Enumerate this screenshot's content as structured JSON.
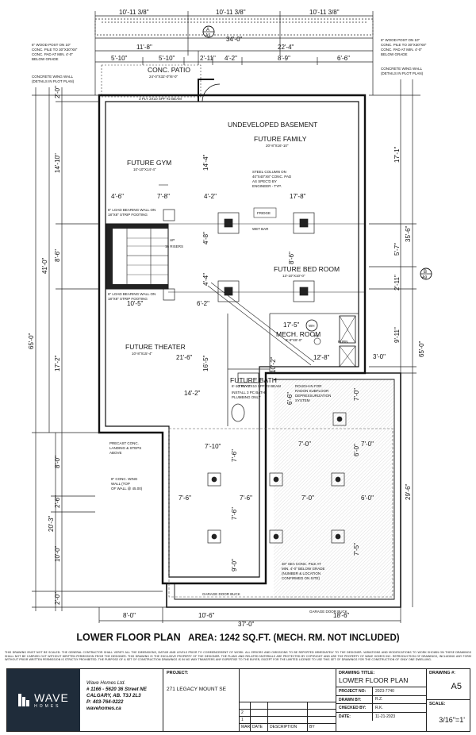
{
  "header_dims": {
    "top_a": "10'-11 3/8\"",
    "top_b": "10'-11 3/8\"",
    "top_c": "10'-11 3/8\"",
    "overall_top": "34'-0\"",
    "row2_left": "11'-8\"",
    "row2_right": "22'-4\"",
    "row3": [
      "5'-10\"",
      "5'-10\"",
      "2'-11\"",
      "4'-2\"",
      "8'-9\"",
      "6'-6\""
    ],
    "bottom_left": "8'-0\"",
    "bottom_mid": "10'-6\"",
    "bottom_right": "18'-6\"",
    "bottom_overall": "37'-0\""
  },
  "side_dims_left": [
    "2'-0\"",
    "14'-10\"",
    "8'-6\"",
    "17'-2\"",
    "8'-0\"",
    "2'-6\"",
    "10'-0\"",
    "2'-0\""
  ],
  "side_dims_left_outer": [
    "41'-0\"",
    "65'-0\"",
    "20'-3\""
  ],
  "side_dims_right": [
    "17'-1\"",
    "5'-7\"",
    "2'-11\"",
    "9'-11\"",
    "3'-0\""
  ],
  "side_dims_right_outer": [
    "35'-6\"",
    "65'-0\"",
    "29'-6\""
  ],
  "interior_dims": [
    "4'-6\"",
    "7'-8\"",
    "4'-2\"",
    "17'-8\"",
    "10'-5\"",
    "6'-2\"",
    "17'-5\"",
    "21'-6\"",
    "12'-8\"",
    "14'-4\"",
    "4'-8\"",
    "4'-4\"",
    "16'-5\"",
    "8'-6\"",
    "10'-2\"",
    "6'-6\"",
    "14'-2\"",
    "7'-10\"",
    "7'-0\"",
    "7'-0\"",
    "7'-6\"",
    "7'-6\"",
    "7'-0\"",
    "6'-0\"",
    "7'-6\"",
    "7'-6\"",
    "9'-0\"",
    "7'-0\"",
    "6'-0\"",
    "7'-5\""
  ],
  "rooms": {
    "patio": "CONC. PATIO",
    "patio_size": "24'-0\"X32'-0\"/6'-0\"",
    "undeveloped": "UNDEVELOPED BASEMENT",
    "family": "FUTURE FAMILY",
    "family_size": "20'-8\"X16'-10\"",
    "gym": "FUTURE GYM",
    "gym_size": "10'-10\"X14'-4\"",
    "bed": "FUTURE BED ROOM",
    "bed_size": "13'-10\"X10'-0\"",
    "theater": "FUTURE THEATER",
    "theater_size": "10'-8\"X15'-4\"",
    "mech": "MECH. ROOM",
    "mech_size": "5'-9\"X8'-0\"",
    "bath": "FUTURE BATH",
    "bath_size": "6'-10\"X5'-0\"",
    "bath_note": "INSTALL 3 PC BATH\nPLUMBING ONLY",
    "wet_bar": "WET BAR",
    "fridge": "FRIDGE",
    "wh": "WH",
    "fs": "FS",
    "furn": "FURN",
    "risers": "16 RISERS",
    "up": "UP"
  },
  "notes": {
    "wood_post_left": "6\" WOOD POST ON 10\"\nCONC. PILE TO 30\"X30\"X8\"\nCONC. PAD AT MIN. 4'-0\"\nBELOW GRADE",
    "wood_post_right": "6\" WOOD POST ON 10\"\nCONC. PILE TO 30\"X30\"X8\"\nCONC. PAD AT MIN. 4'-0\"\nBELOW GRADE",
    "wing_wall_left": "CONCRETE WING WALL\n(DETAILS IN PLOT PLAN)",
    "wing_wall_right": "CONCRETE WING WALL\n(DETAILS IN PLOT PLAN)",
    "steel_column": "STEEL COLUMN ON\n40\"X40\"X8\" CONC. PAD\nAS SPEC'D BY\nENGINEER - TYP.",
    "load_wall_1": "6\" LOAD BEARING WALL ON\n18\"X8\" STRIP FOOTING",
    "load_wall_2": "6\" LOAD BEARING WALL ON\n18\"X8\" STRIP FOOTING",
    "radon": "ROUGH-IN FOR\nRADON SUBFLOOR\nDEPRESSURIZATION\nSYSTEM",
    "precast": "PRECAST CONC.\nLANDING & STEPS\nABOVE",
    "conc_wing": "8\" CONC. WING\nWALL (TOP\nOF WALL @ 45.00)",
    "pile_note": "30\" SEA CONC. PILE AT\nMIN. 4'-0\" BELOW GRADE\n(NUMBER & LOCATION\nCONFIRMED ON SITE)",
    "garage_buck_1": "GARAGE DOOR BUCK",
    "garage_buck_2": "GARAGE DOOR BUCK",
    "beam_1": "3 PLY 2X10 SPF #2 BEAM",
    "beam_2": "3 PLY 2X10 SPF #2 BEAM"
  },
  "section_markers": {
    "a_letter": "A",
    "a_sheet": "A9",
    "b_letter": "B",
    "b_sheet": "A9"
  },
  "plan_title": "LOWER FLOOR PLAN",
  "plan_area": "AREA: 1242 SQ.FT.  (MECH. RM. NOT INCLUDED)",
  "disclaimer": "THIS DRAWING MUST NOT BE SCALED. THE GENERAL CONTRACTOR SHALL VERIFY ALL THE DIMENSIONS, DATUM AND LEVELS PRIOR TO COMMENCEMENT OF WORK. ALL ERRORS AND OMISSIONS TO BE REPORTED IMMEDIATELY TO THE DESIGNER. VARIATIONS AND MODIFICATIONS TO WORK SHOWN ON THESE DRAWINGS SHALL NOT BE CARRIED OUT WITHOUT WRITTEN PERMISSION FROM THE DESIGNER. THIS DRAWING IS THE EXCLUSIVE PROPERTY OF THE DESIGNER. THE PLANS AND RELATED MATERIALS ARE PROTECTED BY COPYRIGHT AND ARE THE PROPERTY OF WAVE HOMES INC. REPRODUCTION OF DRAWINGS, INCLUDING ANY FORM WITHOUT PRIOR WRITTEN PERMISSION IS STRICTLY PROHIBITED. THE PURPOSE OF A SET OF CONSTRUCTION DRAWINGS IS IN NO WAY TRANSFERS ANY EXPERTISE TO THE BUYER, EXCEPT FOR THE LIMITED LICENSE TO USE THIS SET OF DRAWINGS FOR THE CONSTRUCTION OF ONLY ONE DWELLING.",
  "title_block": {
    "logo_word": "WAVE",
    "logo_sub": "HOMES",
    "company": "Wave Homes Ltd.",
    "address_1": "# 1166 - 5620 36 Street NE",
    "address_2": "CALGARY, AB. T3J 2L3",
    "phone": "P: 403-764-0222",
    "web": "wavehomes.ca",
    "project_label": "PROJECT:",
    "project_value": "271 LEGACY MOUNT SE",
    "rev_rows": [
      [
        "",
        "",
        "",
        ""
      ],
      [
        "2",
        "",
        "",
        ""
      ],
      [
        "1",
        "",
        "",
        ""
      ]
    ],
    "rev_headers": [
      "MARK",
      "DATE",
      "DESCRIPTION",
      "BY"
    ],
    "drawing_title_label": "DRAWING TITLE:",
    "drawing_title": "LOWER FLOOR PLAN",
    "project_no_label": "PROJECT NO:",
    "project_no": "2023-7740",
    "drawn_by_label": "DRAWN BY:",
    "drawn_by": "R.Z.",
    "checked_by_label": "CHECKED BY:",
    "checked_by": "R.K.",
    "date_label": "DATE:",
    "date": "11-21-2023",
    "drawing_no_label": "DRAWING #:",
    "drawing_no": "A5",
    "scale_label": "SCALE:",
    "scale": "3/16\"=1'"
  }
}
